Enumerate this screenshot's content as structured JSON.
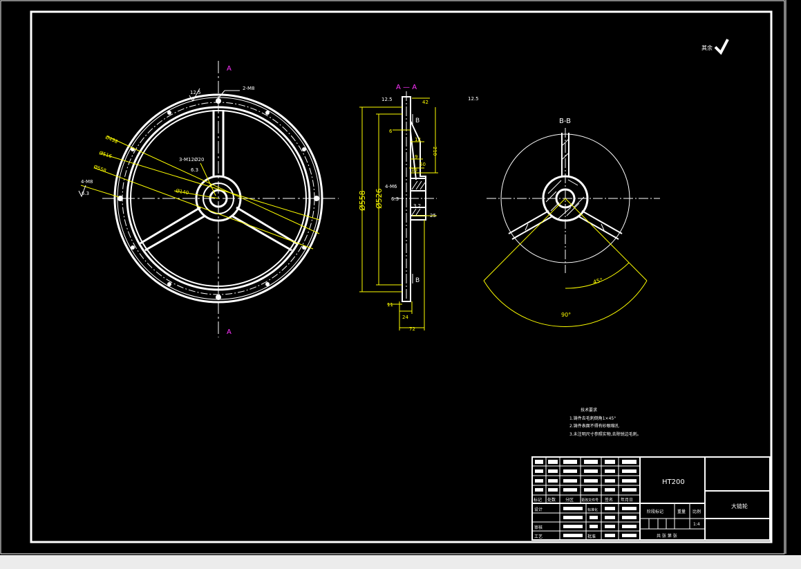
{
  "section_marks": {
    "a_top": "A",
    "a_bottom": "A",
    "aa_title": "A — A",
    "bb_title": "B-B",
    "b_upper": "B",
    "b_lower": "B"
  },
  "front_view": {
    "roughness_top": "12.5",
    "thread_label": "2-M8",
    "dim_phi_498": "Ø498",
    "dim_phi_516": "Ø516",
    "dim_phi_558": "Ø558",
    "hole_callout_line1": "3-M12",
    "hole_callout_line2": "Ø20",
    "hole_callout_line3": "6.3",
    "thread_left_line1": "4-M8",
    "thread_left_line2": "6.3",
    "dim_phi_hub": "Ø140"
  },
  "side_view": {
    "roughness_top": "12.5",
    "roughness_right": "12.5",
    "dim_phi_558": "Ø558",
    "dim_phi_526": "Ø526",
    "dim_42": "42",
    "dim_210": "210",
    "dim_6": "6",
    "dim_12": "12",
    "dim_9": "9",
    "dim_16": "16",
    "dim_50": "50",
    "dim_3_2": "3.2",
    "dim_25": "25",
    "dim_11": "11",
    "dim_24": "24",
    "dim_72": "72",
    "thread_callout_line1": "4-M6",
    "thread_callout_line2": "6.3"
  },
  "section_bb": {
    "angle_45": "45°",
    "angle_90": "90°"
  },
  "general_roughness": {
    "prefix": "其余"
  },
  "tech_notes": {
    "title": "技术要求",
    "line1": "1.铸件去毛刺倒角1×45°",
    "line2": "2.铸件表面不得有砂眼缩孔",
    "line3": "3.未注明尺寸参照实物,去除锐边毛刺。"
  },
  "title_block": {
    "material": "HT200",
    "part_name": "大链轮",
    "stage_mark": "阶段标记",
    "weight": "重量",
    "scale": "比例",
    "scale_value": "1:4",
    "sheet_info": "共  张  第  张",
    "h_mark": "标记",
    "h_count": "处数",
    "h_zone": "分区",
    "h_change_no": "更改文件号",
    "h_sign": "签名",
    "h_date": "年月日",
    "r_design": "设计",
    "r_standard": "标准化",
    "r_check": "审核",
    "r_process": "工艺",
    "r_approve": "批准"
  },
  "colors": {
    "background": "#000000",
    "outline": "#ffffff",
    "dimension": "#ffff00",
    "section_mark": "#ff33ff",
    "status_strip": "#ececec"
  }
}
